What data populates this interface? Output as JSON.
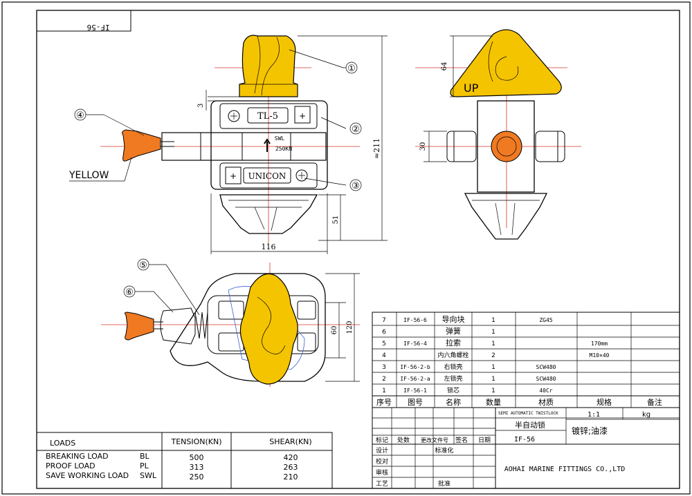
{
  "drawing_no": "IF-56",
  "colors": {
    "yellow": "#f5c400",
    "orange": "#f07a22",
    "red_centerline": "#d9342b",
    "blue_outline": "#3a5fd0"
  },
  "labels": {
    "part_tag": "TL-5",
    "brand": "UNICON",
    "swl_label": "SWL",
    "swl_value": "250KN",
    "up_marking": "UP",
    "handle_color": "YELLOW",
    "callouts": [
      "①",
      "②",
      "③",
      "④",
      "⑤",
      "⑥"
    ]
  },
  "dimensions": {
    "d3": "3",
    "d211": "≈211",
    "d51": "51",
    "d116": "116",
    "d64": "64",
    "d30": "30",
    "d60": "60",
    "d120": "120"
  },
  "loads_table": {
    "headers": [
      "LOADS",
      "TENSION(KN)",
      "SHEAR(KN)"
    ],
    "rows": [
      {
        "name": "BREAKING LOAD",
        "code": "BL",
        "tension": "500",
        "shear": "420"
      },
      {
        "name": "PROOF LOAD",
        "code": "PL",
        "tension": "313",
        "shear": "263"
      },
      {
        "name": "SAVE WORKING LOAD",
        "code": "SWL",
        "tension": "250",
        "shear": "210"
      }
    ]
  },
  "parts_list": {
    "headers": [
      "序号",
      "图号",
      "名称",
      "数量",
      "材质",
      "规格",
      "备注"
    ],
    "rows": [
      {
        "no": "7",
        "drawing": "IF-56-6",
        "name": "导向块",
        "qty": "1",
        "material": "ZG45",
        "spec": "",
        "note": ""
      },
      {
        "no": "6",
        "drawing": "",
        "name": "弹簧",
        "qty": "1",
        "material": "",
        "spec": "",
        "note": ""
      },
      {
        "no": "5",
        "drawing": "IF-56-4",
        "name": "拉索",
        "qty": "1",
        "material": "",
        "spec": "170mm",
        "note": ""
      },
      {
        "no": "4",
        "drawing": "",
        "name": "内六角螺栓",
        "qty": "2",
        "material": "",
        "spec": "M10×40",
        "note": ""
      },
      {
        "no": "3",
        "drawing": "IF-56-2-b",
        "name": "右锁壳",
        "qty": "1",
        "material": "SCW480",
        "spec": "",
        "note": ""
      },
      {
        "no": "2",
        "drawing": "IF-56-2-a",
        "name": "左锁壳",
        "qty": "1",
        "material": "SCW480",
        "spec": "",
        "note": ""
      },
      {
        "no": "1",
        "drawing": "IF-56-1",
        "name": "锁芯",
        "qty": "1",
        "material": "40Cr",
        "spec": "",
        "note": ""
      }
    ]
  },
  "title_block": {
    "subtitle": "SEMI AUTOMATIC TWISTLOCK",
    "product_name": "半自动锁",
    "scale": "1:1",
    "weight_unit": "kg",
    "finish": "镀锌;油漆",
    "drawing_no": "IF-56",
    "company": "AOHAI MARINE FITTINGS CO.,LTD",
    "rev_headers": [
      "标记",
      "处数",
      "更改文件号",
      "签名",
      "日期"
    ],
    "sign_labels": [
      "设计",
      "校对",
      "审核",
      "工艺"
    ],
    "sign_labels_right": [
      "标准化",
      "批准"
    ]
  }
}
